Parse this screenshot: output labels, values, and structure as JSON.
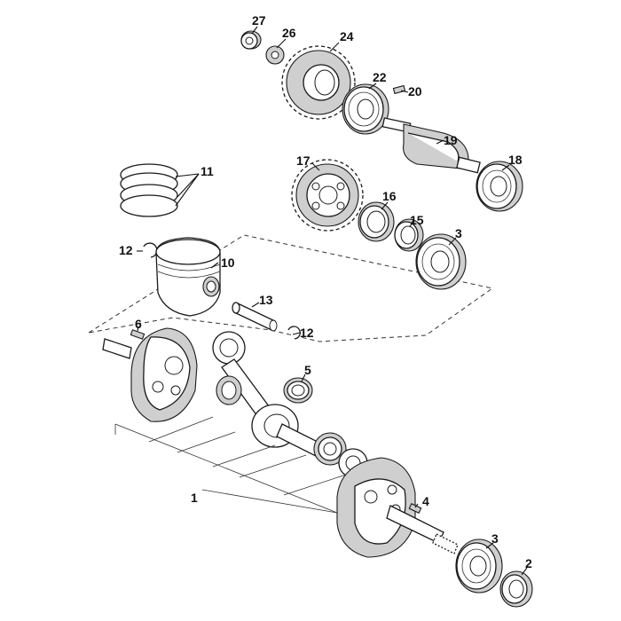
{
  "callouts": [
    {
      "id": "c27",
      "text": "27"
    },
    {
      "id": "c26",
      "text": "26"
    },
    {
      "id": "c24",
      "text": "24"
    },
    {
      "id": "c22",
      "text": "22"
    },
    {
      "id": "c20",
      "text": "20"
    },
    {
      "id": "c19",
      "text": "19"
    },
    {
      "id": "c18",
      "text": "18"
    },
    {
      "id": "c17",
      "text": "17"
    },
    {
      "id": "c16",
      "text": "16"
    },
    {
      "id": "c15",
      "text": "15"
    },
    {
      "id": "c3a",
      "text": "3"
    },
    {
      "id": "c11",
      "text": "11"
    },
    {
      "id": "c12a",
      "text": "12"
    },
    {
      "id": "c10",
      "text": "10"
    },
    {
      "id": "c13",
      "text": "13"
    },
    {
      "id": "c12b",
      "text": "12"
    },
    {
      "id": "c6",
      "text": "6"
    },
    {
      "id": "c5",
      "text": "5"
    },
    {
      "id": "c1",
      "text": "1"
    },
    {
      "id": "c4",
      "text": "4"
    },
    {
      "id": "c3b",
      "text": "3"
    },
    {
      "id": "c2",
      "text": "2"
    }
  ]
}
